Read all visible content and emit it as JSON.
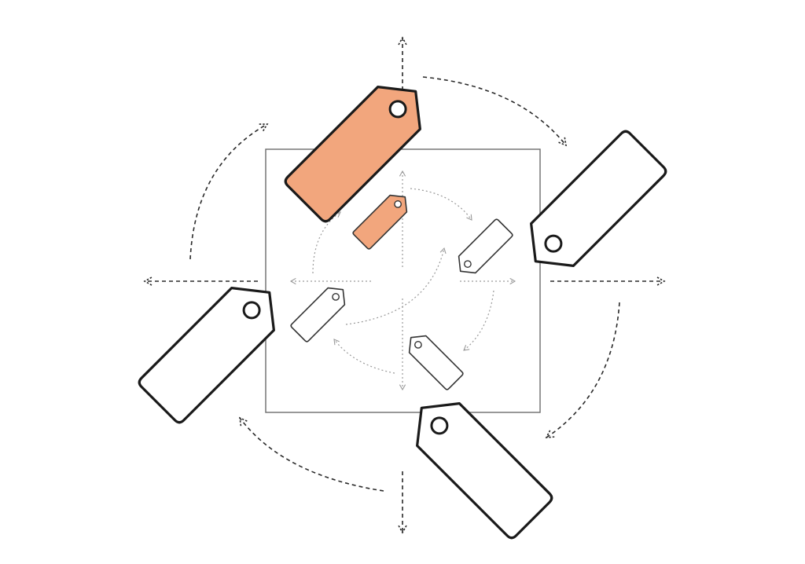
{
  "diagram": {
    "colors": {
      "accent": "#f2a67d",
      "outline": "#1a1a1a",
      "frame": "#6b6b6b",
      "background": "#ffffff"
    },
    "outer_tags": [
      {
        "id": "top",
        "highlighted": true
      },
      {
        "id": "right",
        "highlighted": false
      },
      {
        "id": "left",
        "highlighted": false
      },
      {
        "id": "bottom",
        "highlighted": false
      }
    ],
    "inner_tags": [
      {
        "id": "top",
        "highlighted": true
      },
      {
        "id": "right",
        "highlighted": false
      },
      {
        "id": "left",
        "highlighted": false
      },
      {
        "id": "bottom",
        "highlighted": false
      }
    ],
    "icons": {
      "tag": "price-tag-icon",
      "arrow": "dashed-arrow-icon"
    }
  }
}
